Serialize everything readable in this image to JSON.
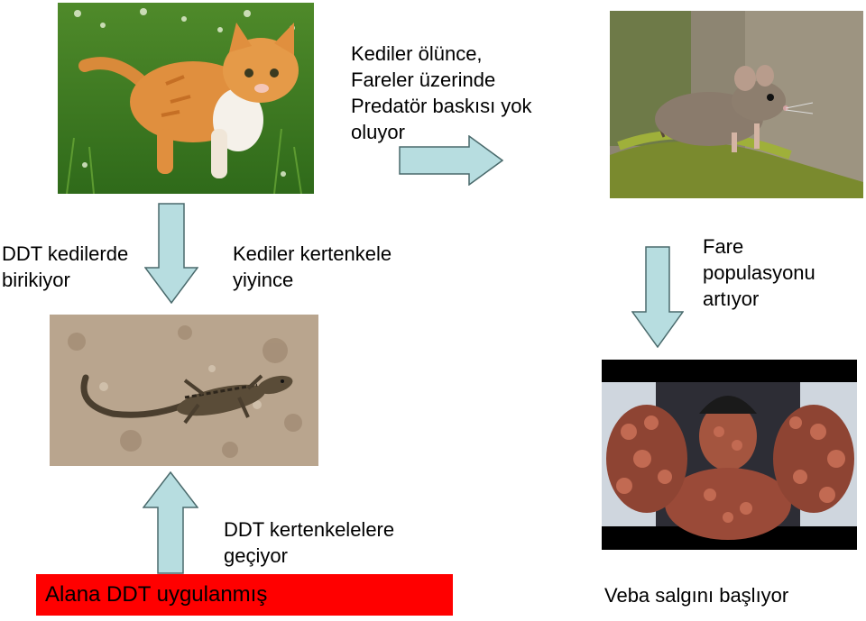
{
  "labels": {
    "cats_die": "Kediler ölünce,\nFareler üzerinde\nPredatör baskısı yok\noluyor",
    "ddt_cats": "DDT kedilerde\nbirikiyor",
    "cats_eat": "Kediler kertenkele\nyiyince",
    "mouse_pop": "Fare\npopulasyonu\nartıyor",
    "ddt_lizards": "DDT kertenkelelere\ngeçiyor",
    "ddt_applied": "Alana DDT uygulanmış",
    "plague": "Veba salgını başlıyor"
  },
  "images": {
    "cat": "kitten-photo",
    "mouse": "mouse-photo",
    "lizard": "lizard-photo",
    "plague": "plague-victim-photo"
  },
  "colors": {
    "arrow_fill": "#b7dde0",
    "arrow_stroke": "#4a6a6c",
    "highlight": "#ff0000"
  }
}
